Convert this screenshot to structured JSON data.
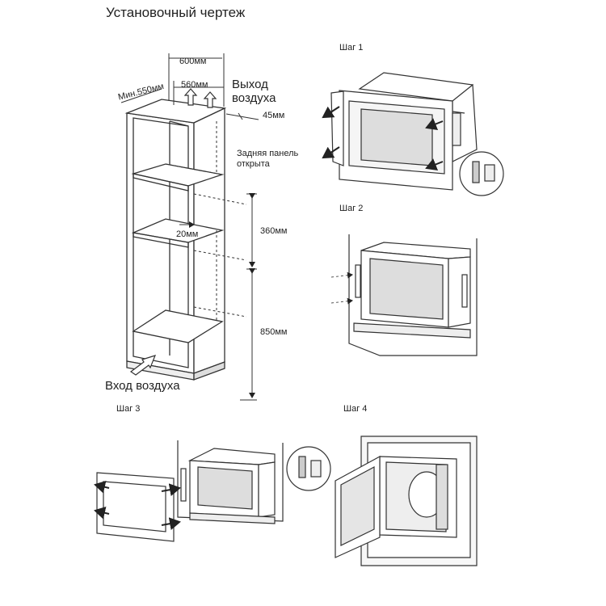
{
  "title": "Установочный чертеж",
  "dimensions": {
    "total_width": "600мм",
    "min_depth": "Мин.550мм",
    "inner_width": "560мм",
    "gap": "45мм",
    "shelf_gap": "20мм",
    "niche_height": "360мм",
    "floor_height": "850мм"
  },
  "labels": {
    "air_out_line1": "Выход",
    "air_out_line2": "воздуха",
    "back_panel_line1": "Задняя панель",
    "back_panel_line2": "открыта",
    "air_in": "Вход воздуха"
  },
  "steps": [
    "Шаг 1",
    "Шаг 2",
    "Шаг 3",
    "Шаг 4"
  ]
}
